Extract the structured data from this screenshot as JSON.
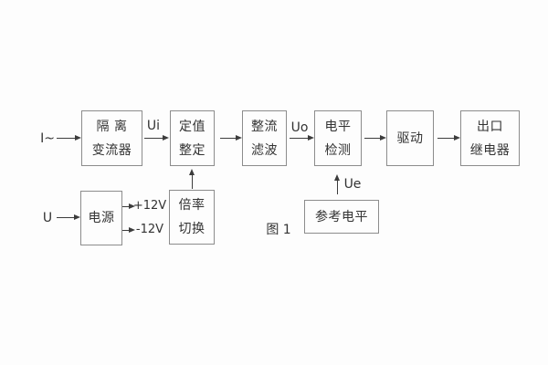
{
  "figure": {
    "caption": "图 1",
    "background_color": "#fdfdfd",
    "box_border_color": "#8c8c8c",
    "text_color": "#333333",
    "arrow_color": "#3c3c3c"
  },
  "inputs": {
    "current": "I~",
    "voltage": "U"
  },
  "signals": {
    "ui": "Ui",
    "uo": "Uo",
    "ue": "Ue",
    "plus_rail": "+12V",
    "minus_rail": "-12V"
  },
  "blocks": {
    "isolation": {
      "line1": "隔 离",
      "line2": "变流器"
    },
    "setpoint": {
      "line1": "定值",
      "line2": "整定"
    },
    "rectifier": {
      "line1": "整流",
      "line2": "滤波"
    },
    "level": {
      "line1": "电平",
      "line2": "检测"
    },
    "drive": {
      "line1": "驱动"
    },
    "output": {
      "line1": "出口",
      "line2": "继电器"
    },
    "power": {
      "line1": "电源"
    },
    "ratio": {
      "line1": "倍率",
      "line2": "切换"
    },
    "reference": {
      "line1": "参考电平"
    }
  }
}
